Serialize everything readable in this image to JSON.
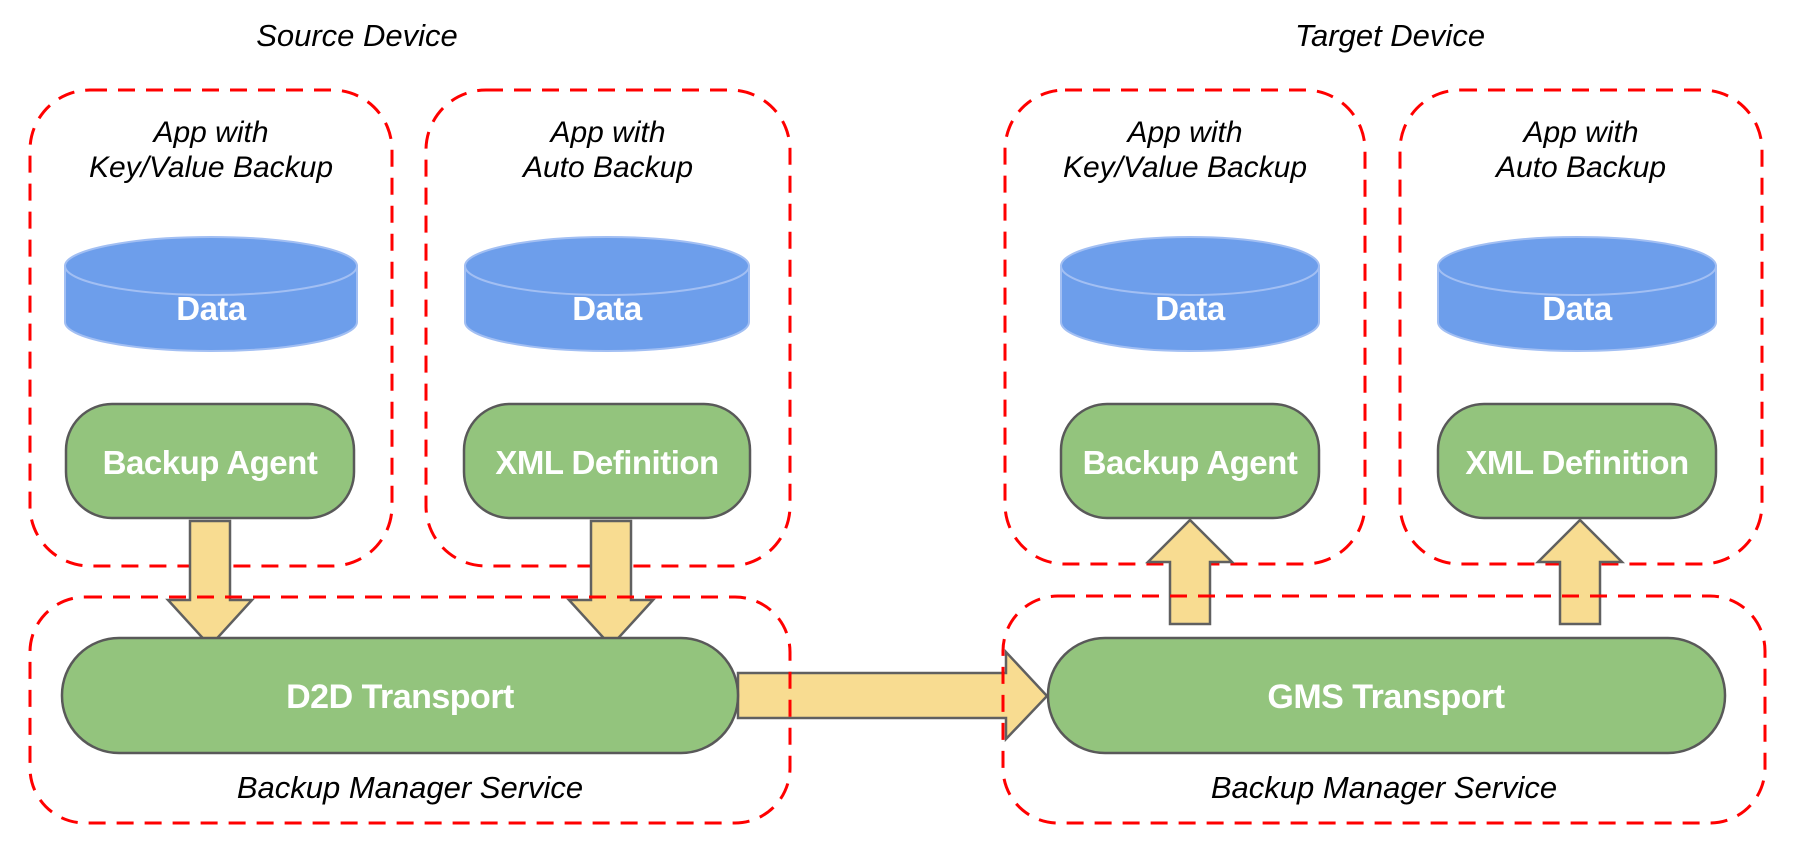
{
  "colors": {
    "container_dashed_border": "#FF0000",
    "node_green_fill": "#93C47D",
    "node_green_stroke": "#595959",
    "cylinder_blue_fill": "#6D9EEB",
    "cylinder_blue_stroke": "#A2BFF3",
    "arrow_yellow_fill": "#F8DC91",
    "arrow_yellow_stroke": "#606060",
    "node_text": "#FFFFFF",
    "label_text": "#000000"
  },
  "source": {
    "title": "Source Device",
    "apps": [
      {
        "label_lines": [
          "App with",
          "Key/Value Backup"
        ],
        "data_label": "Data",
        "component": "Backup Agent"
      },
      {
        "label_lines": [
          "App with",
          "Auto Backup"
        ],
        "data_label": "Data",
        "component": "XML Definition"
      }
    ],
    "service": {
      "transport": "D2D Transport",
      "label": "Backup Manager Service"
    }
  },
  "target": {
    "title": "Target Device",
    "apps": [
      {
        "label_lines": [
          "App with",
          "Key/Value Backup"
        ],
        "data_label": "Data",
        "component": "Backup Agent"
      },
      {
        "label_lines": [
          "App with",
          "Auto Backup"
        ],
        "data_label": "Data",
        "component": "XML Definition"
      }
    ],
    "service": {
      "transport": "GMS Transport",
      "label": "Backup Manager Service"
    }
  },
  "connections": [
    {
      "from": "Backup Agent (source)",
      "to": "D2D Transport",
      "direction": "down"
    },
    {
      "from": "XML Definition (source)",
      "to": "D2D Transport",
      "direction": "down"
    },
    {
      "from": "D2D Transport",
      "to": "GMS Transport",
      "direction": "right"
    },
    {
      "from": "GMS Transport",
      "to": "Backup Agent (target)",
      "direction": "up"
    },
    {
      "from": "GMS Transport",
      "to": "XML Definition (target)",
      "direction": "up"
    }
  ]
}
